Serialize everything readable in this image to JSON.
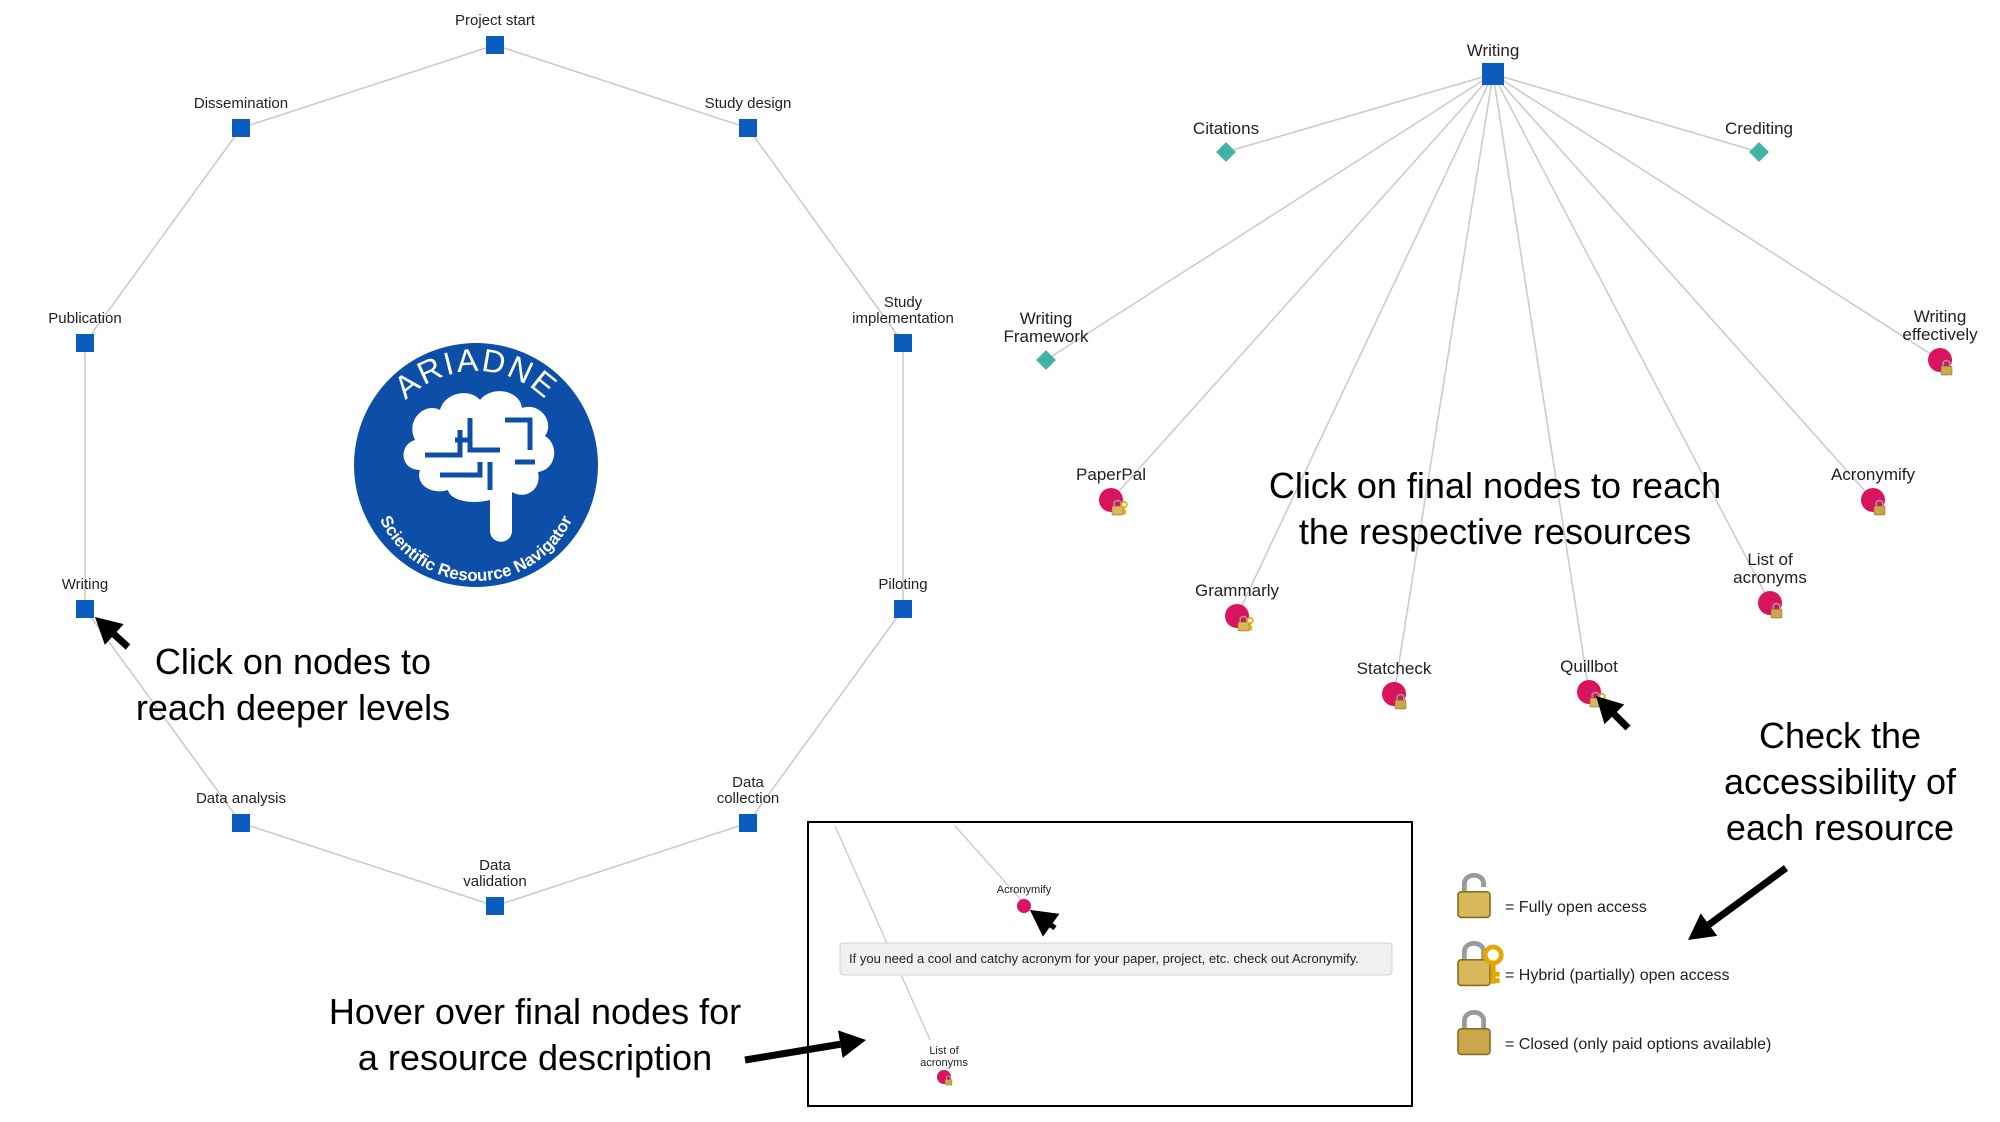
{
  "overview": {
    "nodes": [
      {
        "id": "project-start",
        "lines": [
          "Project start"
        ]
      },
      {
        "id": "study-design",
        "lines": [
          "Study design"
        ]
      },
      {
        "id": "study-implementation",
        "lines": [
          "Study",
          "implementation"
        ]
      },
      {
        "id": "piloting",
        "lines": [
          "Piloting"
        ]
      },
      {
        "id": "data-collection",
        "lines": [
          "Data",
          "collection"
        ]
      },
      {
        "id": "data-validation",
        "lines": [
          "Data",
          "validation"
        ]
      },
      {
        "id": "data-analysis",
        "lines": [
          "Data analysis"
        ]
      },
      {
        "id": "writing",
        "lines": [
          "Writing"
        ]
      },
      {
        "id": "publication",
        "lines": [
          "Publication"
        ]
      },
      {
        "id": "dissemination",
        "lines": [
          "Dissemination"
        ]
      }
    ]
  },
  "logo": {
    "title": "ARIADNE",
    "subtitle": "Scientific Resource Navigator",
    "color": "#0d4fa8"
  },
  "writing_graph": {
    "root": "Writing",
    "categories": [
      {
        "id": "citations",
        "lines": [
          "Citations"
        ]
      },
      {
        "id": "crediting",
        "lines": [
          "Crediting"
        ]
      },
      {
        "id": "writing-framework",
        "lines": [
          "Writing",
          "Framework"
        ]
      }
    ],
    "resources": [
      {
        "id": "writing-effectively",
        "lines": [
          "Writing",
          "effectively"
        ],
        "access": "closed"
      },
      {
        "id": "paperpal",
        "lines": [
          "PaperPal"
        ],
        "access": "hybrid"
      },
      {
        "id": "acronymify",
        "lines": [
          "Acronymify"
        ],
        "access": "closed"
      },
      {
        "id": "list-of-acronyms",
        "lines": [
          "List of",
          "acronyms"
        ],
        "access": "closed"
      },
      {
        "id": "grammarly",
        "lines": [
          "Grammarly"
        ],
        "access": "hybrid"
      },
      {
        "id": "statcheck",
        "lines": [
          "Statcheck"
        ],
        "access": "closed"
      },
      {
        "id": "quillbot",
        "lines": [
          "Quillbot"
        ],
        "access": "hybrid"
      }
    ]
  },
  "tooltip_panel": {
    "node_label": "Acronymify",
    "tooltip_text": "If you need a cool and catchy acronym for your paper, project, etc. check out Acronymify.",
    "second_node_lines": [
      "List of",
      "acronyms"
    ]
  },
  "annotations": {
    "click_nodes": [
      "Click on nodes to",
      "reach deeper levels"
    ],
    "click_final": [
      "Click on final nodes to reach",
      "the respective resources"
    ],
    "hover_final": [
      "Hover over final nodes for",
      "a resource description"
    ],
    "check_access": [
      "Check the",
      "accessibility of",
      "each resource"
    ]
  },
  "legend": [
    {
      "access": "open",
      "label": "= Fully open access"
    },
    {
      "access": "hybrid",
      "label": "= Hybrid (partially) open access"
    },
    {
      "access": "closed",
      "label": "= Closed (only paid options available)"
    }
  ],
  "colors": {
    "node_square": "#0a5dbf",
    "category_diamond": "#3fb3a6",
    "resource_circle": "#d8145f",
    "edge": "#cccccc",
    "lock": "#c9a74a"
  }
}
